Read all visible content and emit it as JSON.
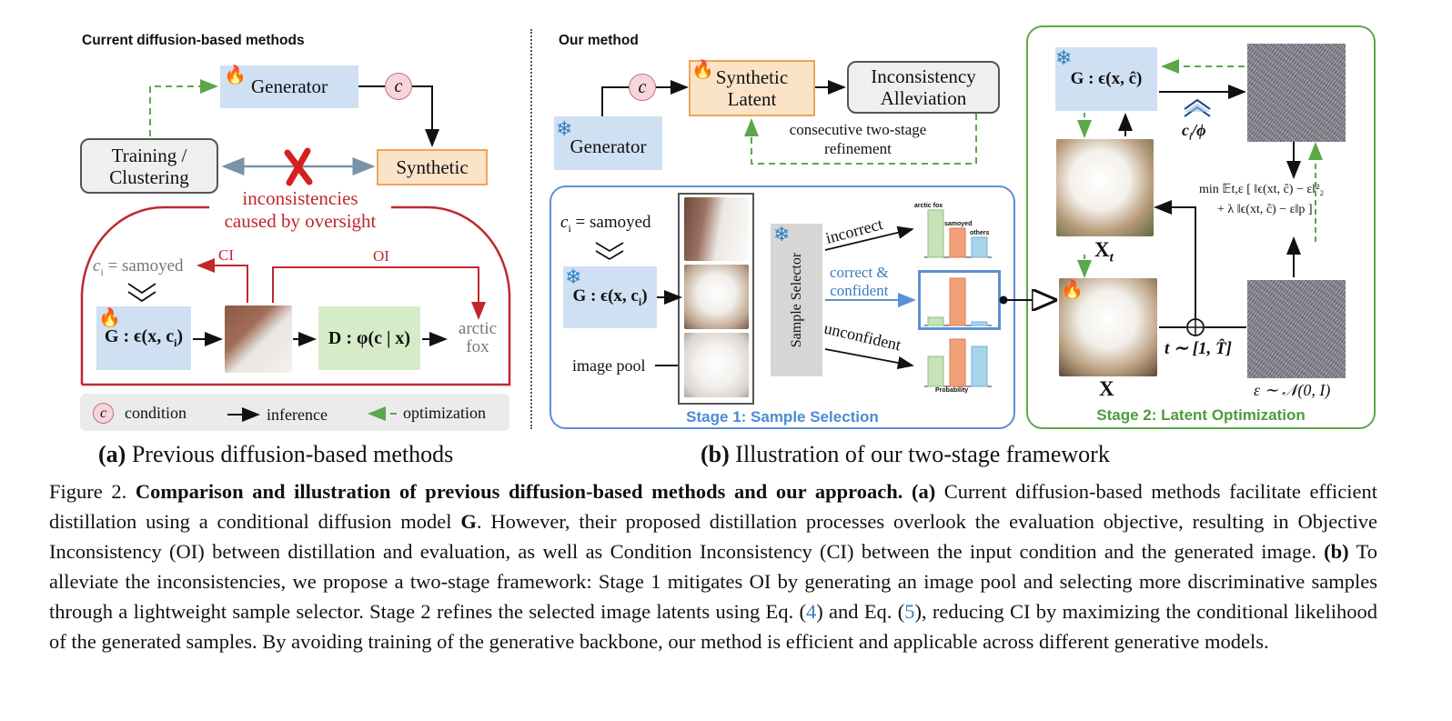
{
  "panel_a": {
    "heading": "Current diffusion-based methods",
    "generator": "Generator",
    "training": "Training /\nClustering",
    "synthetic": "Synthetic",
    "condition_symbol": "c",
    "inconsistencies": "inconsistencies\ncaused by oversight",
    "ci_label": "c",
    "ci_sub": "i",
    "ci_value": " = samoyed",
    "ci_tag": "CI",
    "oi_tag": "OI",
    "g_model": "G : ϵ(x, c",
    "g_model_sub": "i",
    "g_model_end": ")",
    "d_model": "D : φ(c | x)",
    "output": "arctic\nfox",
    "legend": {
      "condition": "condition",
      "inference": "inference",
      "optimization": "optimization"
    },
    "caption_label": "(a)",
    "caption_text": " Previous diffusion-based methods"
  },
  "panel_b": {
    "heading": "Our method",
    "generator": "Generator",
    "synthetic_latent": "Synthetic\nLatent",
    "alleviation": "Inconsistency\nAlleviation",
    "refinement": "consecutive two-stage\nrefinement",
    "stage1": {
      "ci_label": "c",
      "ci_sub": "i",
      "ci_value": " = samoyed",
      "g_model": "G : ϵ(x, c",
      "g_model_sub": "i",
      "g_model_end": ")",
      "image_pool": "image pool",
      "selector": "Sample Selector",
      "incorrect": "incorrect",
      "correct": "correct &\nconfident",
      "unconfident": "unconfident",
      "chart_arctic_fox": "arctic fox",
      "chart_samoyed": "samoyed",
      "chart_others": "others",
      "chart_probability": "Probability",
      "title": "Stage 1: Sample Selection"
    },
    "stage2": {
      "g_model": "G : ϵ(x, ĉ)",
      "ci_phi": "c",
      "ci_phi_sub": "i",
      "ci_phi_end": "/ϕ",
      "xt": "X",
      "xt_sub": "t",
      "x": "X",
      "t_sample": "t ∼ [1, T̂]",
      "noise": "ε ∼ 𝒩(0, I)",
      "objective_line1": "min  𝔼t,ε [ ‖ϵ(xt, ĉ) − ε‖²₂",
      "objective_min_sub": "x",
      "objective_line2": "+ λ ‖ϵ(xt, ĉ) − ε‖p ]",
      "title": "Stage 2: Latent Optimization"
    },
    "caption_label": "(b)",
    "caption_text": " Illustration of our two-stage framework"
  },
  "figure_caption": {
    "prefix": "Figure 2. ",
    "bold": "Comparison and illustration of previous diffusion-based methods and our approach.",
    "a_label": " (a)",
    "a_text": " Current diffusion-based methods facilitate efficient distillation using a conditional diffusion model ",
    "g_symbol": "G",
    "a_text2": ". However, their proposed distillation processes overlook the evaluation objective, resulting in Objective Inconsistency (OI) between distillation and evaluation, as well as Condition Inconsistency (CI) between the input condition and the generated image.",
    "b_label": " (b)",
    "b_text": " To alleviate the inconsistencies, we propose a two-stage framework: Stage 1 mitigates OI by generating an image pool and selecting more discriminative samples through a lightweight sample selector. Stage 2 refines the selected image latents using Eq. (",
    "eq4": "4",
    "b_text2": ") and Eq. (",
    "eq5": "5",
    "b_text3": "), reducing CI by maximizing the conditional likelihood of the generated samples.  By avoiding training of the generative backbone, our method is efficient and applicable across different generative models."
  },
  "colors": {
    "blue_box": "#cfe0f3",
    "orange_border": "#f0a35a",
    "red": "#c0272d",
    "green": "#5aa84a",
    "stage_blue": "#5b8fd6",
    "link_blue": "#3b7bbf"
  },
  "icons": [
    "snowflake-icon",
    "fire-icon",
    "cross-icon",
    "condition-c-icon",
    "double-chevron-down-icon",
    "oplus-icon"
  ]
}
